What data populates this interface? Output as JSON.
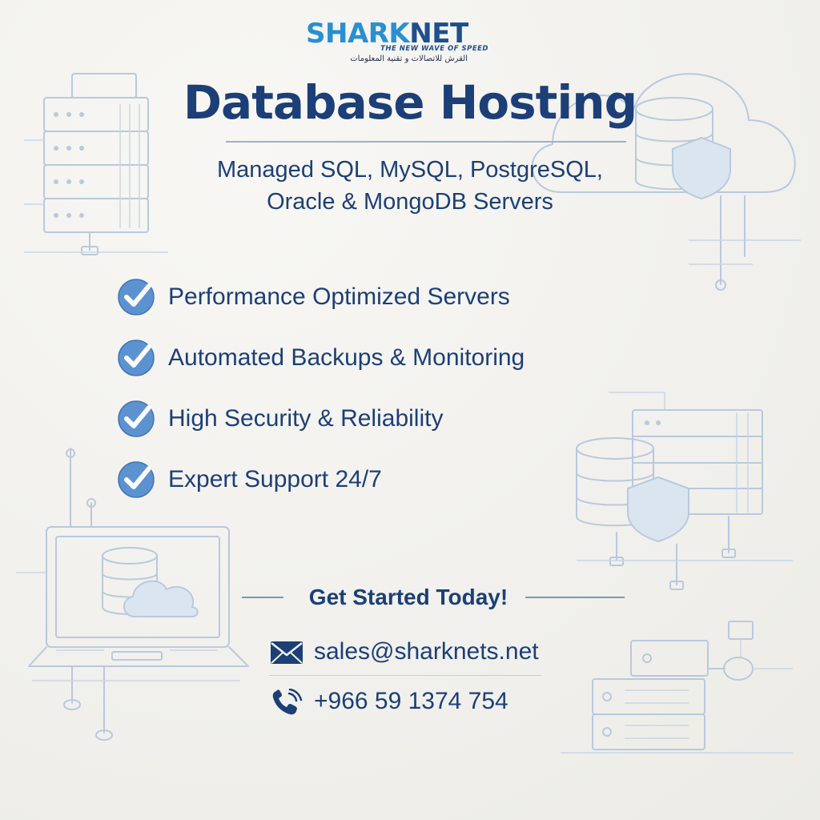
{
  "brand": {
    "name_part1": "SHARK",
    "name_part2": "NET",
    "tagline": "THE NEW WAVE OF SPEED",
    "arabic_tagline": "القرش للاتصالات و تقنية المعلومات",
    "primary_color": "#1c3f78",
    "accent_color": "#2a8fd0"
  },
  "hero": {
    "title": "Database Hosting",
    "subtitle_line1": "Managed SQL, MySQL, PostgreSQL,",
    "subtitle_line2": "Oracle & MongoDB Servers"
  },
  "features": [
    {
      "label": "Performance Optimized Servers",
      "icon": "check-circle-icon"
    },
    {
      "label": "Automated Backups & Monitoring",
      "icon": "check-circle-icon"
    },
    {
      "label": "High Security & Reliability",
      "icon": "check-circle-icon"
    },
    {
      "label": "Expert Support 24/7",
      "icon": "check-circle-icon"
    }
  ],
  "cta": {
    "label": "Get Started Today!"
  },
  "contact": {
    "email": "sales@sharknets.net",
    "email_icon": "envelope-icon",
    "phone": "+966 59 1374 754",
    "phone_icon": "phone-icon"
  }
}
